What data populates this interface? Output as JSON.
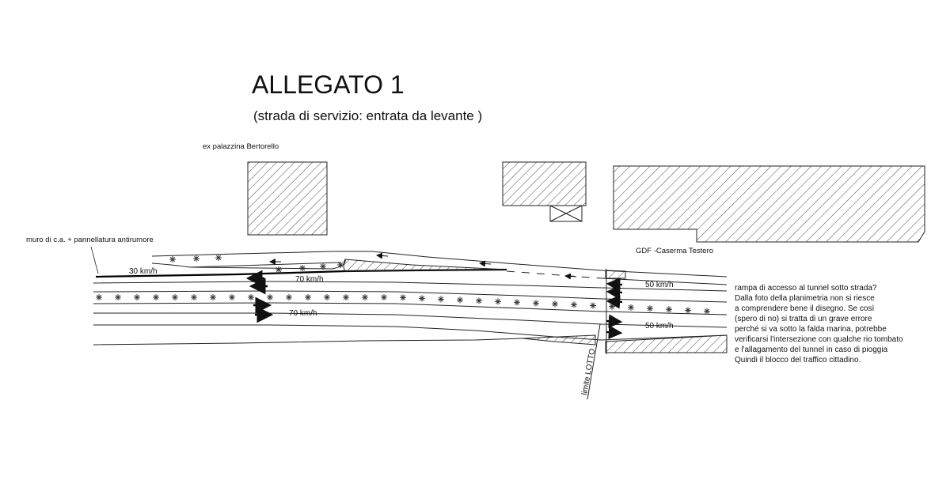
{
  "title": "ALLEGATO 1",
  "subtitle": "(strada di servizio:  entrata da levante )",
  "labels": {
    "building_left": "ex palazzina Bertorello",
    "wall": "muro di c.a. + pannellatura antirumore",
    "barracks": "GDF -Caserma Testero",
    "lot_limit": "limite LOTTO"
  },
  "speeds": {
    "service_road": "30 km/h",
    "upper_carriageway": "70 km/h",
    "lower_carriageway": "70 km/h",
    "right_upper": "50 km/h",
    "right_lower": "50 km/h"
  },
  "note_lines": [
    "rampa di accesso al tunnel sotto strada?",
    "Dalla foto della planimetria non si riesce",
    "a comprendere bene il disegno. Se così",
    "(spero di  no) si tratta  di un grave errore",
    "perché si va sotto la falda marina, potrebbe",
    "verificarsi l'intersezione con qualche rio tombato",
    "e l'allagamento del tunnel in caso di pioggia",
    "Quindi il blocco del traffico cittadino."
  ],
  "colors": {
    "ink": "#111111",
    "background": "#ffffff"
  }
}
